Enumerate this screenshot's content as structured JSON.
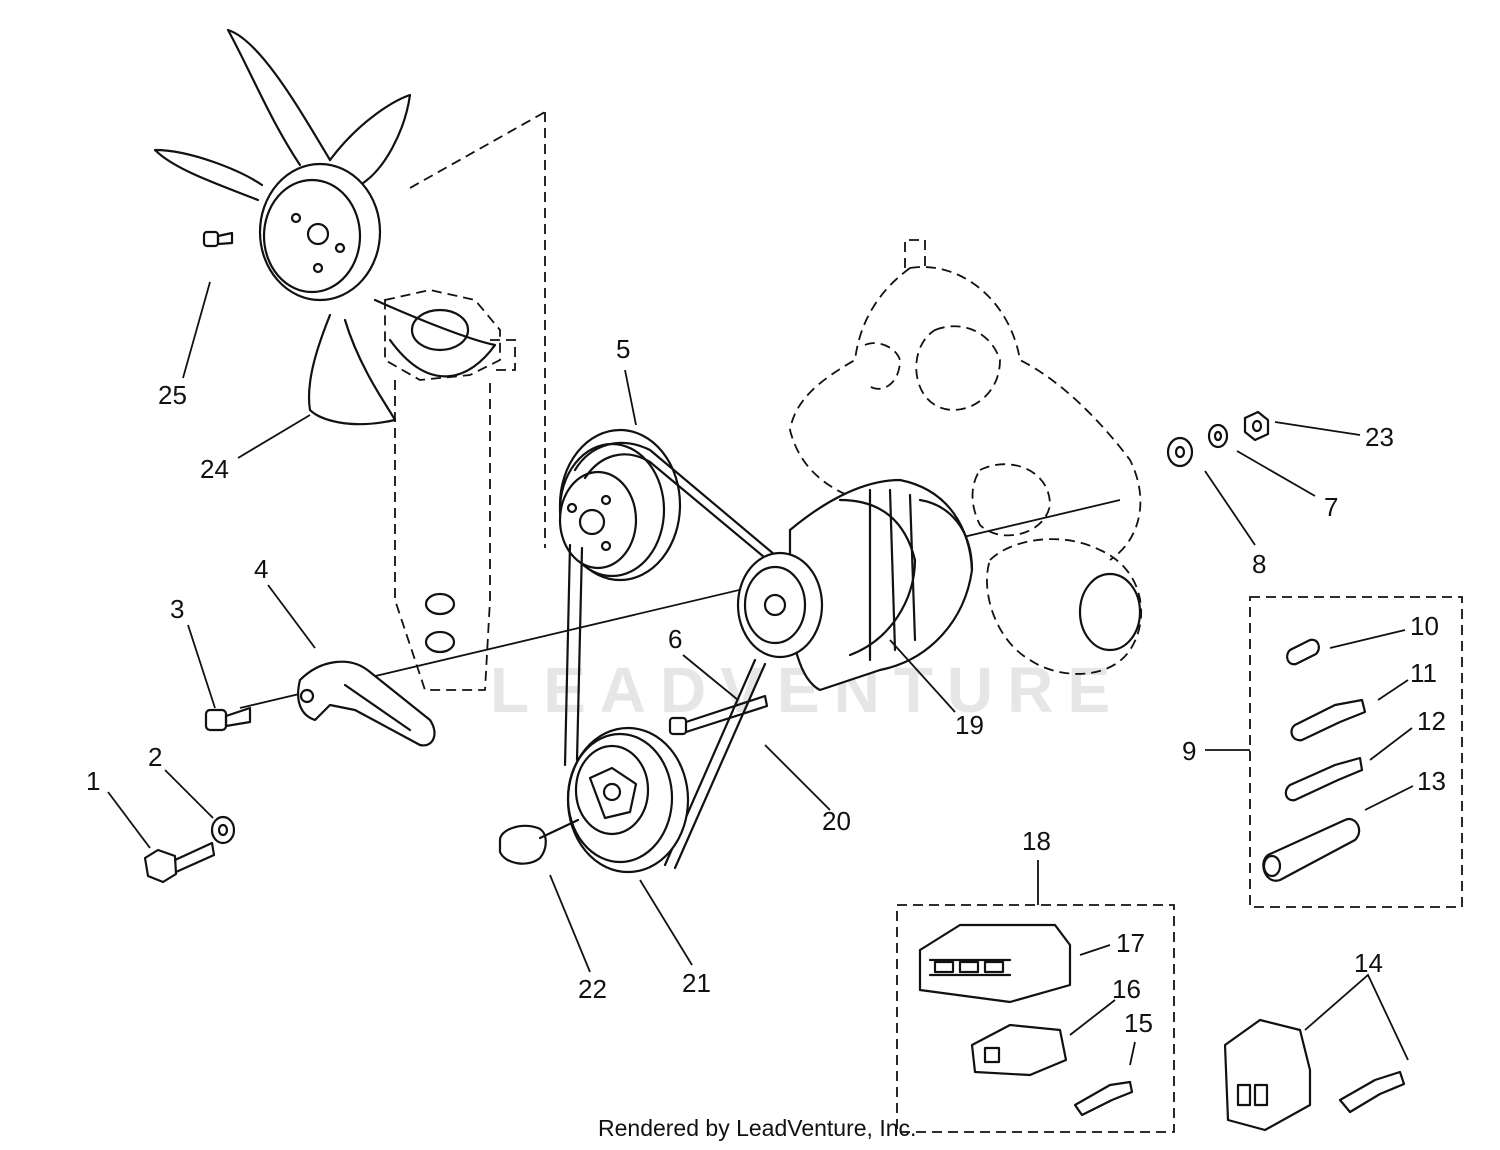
{
  "watermark": "LEADVENTURE",
  "footer": "Rendered by LeadVenture, Inc.",
  "callouts": {
    "c1": "1",
    "c2": "2",
    "c3": "3",
    "c4": "4",
    "c5": "5",
    "c6": "6",
    "c7": "7",
    "c8": "8",
    "c9": "9",
    "c10": "10",
    "c11": "11",
    "c12": "12",
    "c13": "13",
    "c14": "14",
    "c15": "15",
    "c16": "16",
    "c17": "17",
    "c18": "18",
    "c19": "19",
    "c20": "20",
    "c21": "21",
    "c22": "22",
    "c23": "23",
    "c24": "24",
    "c25": "25"
  }
}
